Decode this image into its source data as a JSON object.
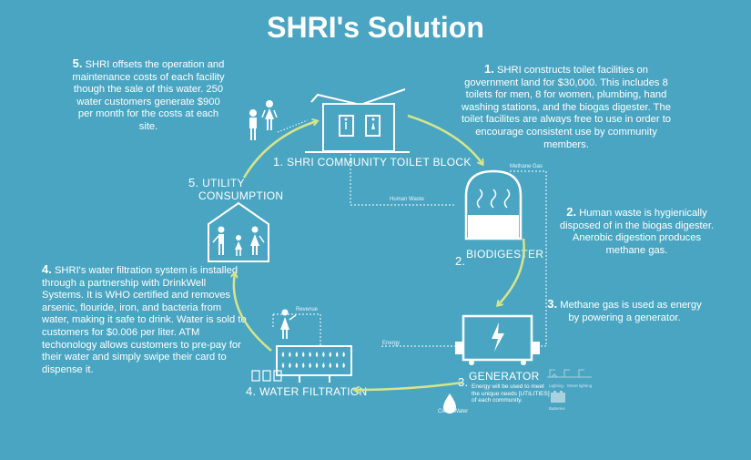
{
  "title": "SHRI's Solution",
  "steps": [
    {
      "num": "1.",
      "text": "SHRI constructs toilet facilities on government land for $30,000. This includes 8 toilets for men, 8 for women, plumbing, hand washing stations, and the biogas digester. The toilet facilites are always free to use in order to encourage consistent use by community members."
    },
    {
      "num": "2.",
      "text": "Human waste is hygienically disposed of in the biogas digester. Anerobic digestion produces methane gas."
    },
    {
      "num": "3.",
      "text": "Methane gas is used as energy by powering a generator."
    },
    {
      "num": "4.",
      "text": "SHRI's water filtration system is installed through a partnership with DrinkWell Systems. It is WHO certified and removes arsenic, flouride, iron, and bacteria from water, making it safe to drink. Water is sold to customers for $0.006 per liter. ATM techonology allows customers to pre-pay for their water and simply swipe their card to dispense it."
    },
    {
      "num": "5.",
      "text": "SHRI offsets the operation and maintenance costs of each facility though the sale of this water. 250 water customers generate $900 per month for the costs at each site."
    }
  ],
  "nodes": {
    "toilet": {
      "num": "1.",
      "label": "SHRI COMMUNITY TOILET BLOCK"
    },
    "biodigester": {
      "num": "2.",
      "label": "BIODIGESTER"
    },
    "generator": {
      "num": "3.",
      "label": "GENERATOR"
    },
    "filtration": {
      "num": "4.",
      "label": "WATER FILTRATION"
    },
    "utility": {
      "num": "5.",
      "label_1": "UTILITY",
      "label_2": "CONSUMPTION"
    }
  },
  "flows": {
    "methane": "Methane Gas",
    "human_waste": "Human Waste",
    "energy": "Energy",
    "revenue": "Revenue",
    "clean_water": "Clean Water"
  },
  "generator_note_1": "Energy will be used to meet",
  "generator_note_2": "the unique needs [UTILITIES]",
  "generator_note_3": "of each community.",
  "utility_caption_1": "Lighting · Street lighting",
  "utility_caption_2": "Batteries",
  "colors": {
    "background": "#4aa5c2",
    "arrow": "#d6e58a",
    "line": "#ffffff"
  }
}
